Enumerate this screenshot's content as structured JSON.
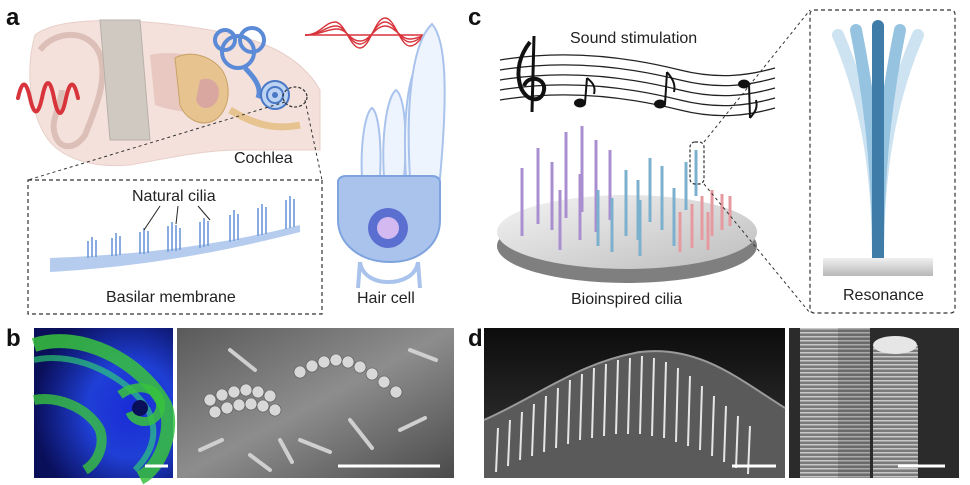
{
  "panels": {
    "a": "a",
    "b": "b",
    "c": "c",
    "d": "d"
  },
  "panel_a": {
    "cochlea_label": "Cochlea",
    "cilia_label": "Natural cilia",
    "membrane_label": "Basilar membrane",
    "hair_cell_label": "Hair cell"
  },
  "panel_c": {
    "sound_label": "Sound stimulation",
    "cilia_label": "Bioinspired cilia",
    "resonance_label": "Resonance"
  },
  "colors": {
    "wave_red": "#d8343c",
    "cilia_purple": "#a98fd0",
    "cilia_blue": "#7cb0cf",
    "cilia_pink": "#e59aa0",
    "membrane_blue": "#a9c3ec",
    "resonance_blue": "#3f7da8",
    "fluor_green": "#38c23e",
    "fluor_blue": "#1f3fd6"
  }
}
